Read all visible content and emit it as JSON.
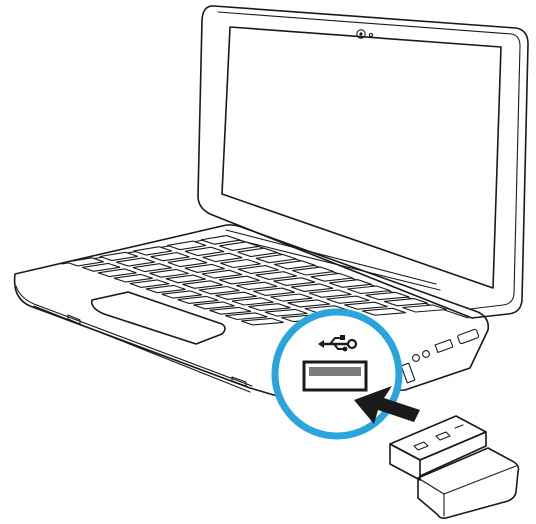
{
  "figure": {
    "colors": {
      "outline": "#1a1a1a",
      "highlight_ring": "#2aa4dc",
      "background": "#ffffff"
    },
    "icons": [
      "laptop-illustration",
      "usb-symbol-icon",
      "usb-port-icon",
      "insert-arrow-icon",
      "usb-receiver-icon"
    ],
    "keyboard": {
      "rows": 5,
      "keys_per_row": 12
    }
  }
}
